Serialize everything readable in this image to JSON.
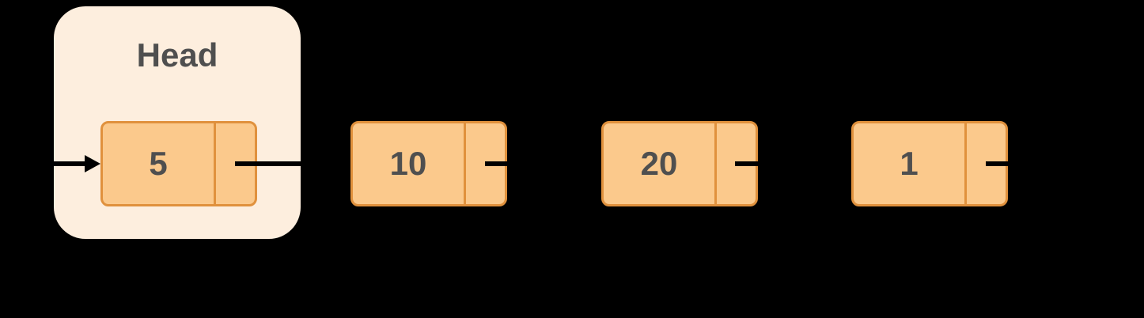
{
  "head": {
    "label": "Head"
  },
  "nodes": [
    {
      "value": "5"
    },
    {
      "value": "10"
    },
    {
      "value": "20"
    },
    {
      "value": "1"
    }
  ],
  "colors": {
    "bg": "#000000",
    "container_fill": "#fdeede",
    "node_fill": "#fbc98c",
    "node_border": "#e0913d",
    "text_dark": "#4f4f4f",
    "arrow": "#000000"
  }
}
